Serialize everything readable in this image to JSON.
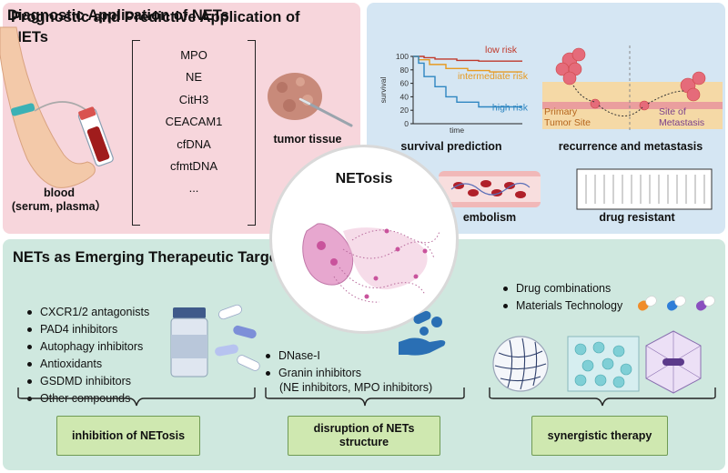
{
  "diagnostic": {
    "title": "Diagnostic Application of NETs",
    "markers": [
      "MPO",
      "NE",
      "CitH3",
      "CEACAM1",
      "cfDNA",
      "cfmtDNA",
      "..."
    ],
    "blood_label_line1": "blood",
    "blood_label_line2": "(serum, plasma）",
    "tissue_label": "tumor tissue"
  },
  "prognostic": {
    "title": "Prognostic  and Predictive Application of  NETs",
    "survival_label": "survival prediction",
    "recurrence_label": "recurrence and metastasis",
    "primary_site_line1": "Primary",
    "primary_site_line2": "Tumor Site",
    "metastasis_site_line1": "Site of",
    "metastasis_site_line2": "Metastasis",
    "embolism_label": "embolism",
    "drug_label": "drug resistant"
  },
  "center": {
    "title": "NETosis"
  },
  "therapeutic": {
    "title": "NETs as Emerging Therapeutic Targets",
    "inhibition_items": [
      "CXCR1/2 antagonists",
      "PAD4 inhibitors",
      "Autophagy inhibitors",
      "Antioxidants",
      "GSDMD inhibitors",
      "Other compounds"
    ],
    "disruption_items": [
      "DNase-I",
      "Granin inhibitors"
    ],
    "disruption_sub": "(NE inhibitors, MPO  inhibitors)",
    "synergy_items": [
      "Drug combinations",
      "Materials Technology"
    ],
    "box_inhibition": "inhibition of NETosis",
    "box_disruption_line1": "disruption of NETs",
    "box_disruption_line2": "structure",
    "box_synergy": "synergistic therapy"
  },
  "colors": {
    "diag_bg": "#f7d6dc",
    "prog_bg": "#d5e6f3",
    "ther_bg": "#cfe8df",
    "low_risk": "#c0392b",
    "intermediate_risk": "#e69a22",
    "high_risk": "#2e86c1",
    "box_fill": "#cfe8b0",
    "net_pink": "#e39ac3"
  },
  "chart_data": {
    "type": "line",
    "title": "",
    "xlabel": "time",
    "ylabel": "survival",
    "ylim": [
      0,
      100
    ],
    "yticks": [
      0,
      20,
      40,
      60,
      80,
      100
    ],
    "series": [
      {
        "name": "low risk",
        "x": [
          0,
          1,
          2,
          4,
          6,
          10
        ],
        "values": [
          100,
          98,
          96,
          94,
          93,
          93
        ]
      },
      {
        "name": "intermediate risk",
        "x": [
          0,
          0.5,
          1.5,
          3,
          5,
          7,
          10
        ],
        "values": [
          100,
          95,
          88,
          82,
          79,
          77,
          77
        ]
      },
      {
        "name": "high risk",
        "x": [
          0,
          0.5,
          1,
          2,
          3,
          4,
          6,
          10
        ],
        "values": [
          100,
          90,
          70,
          55,
          40,
          32,
          25,
          25
        ]
      }
    ]
  }
}
